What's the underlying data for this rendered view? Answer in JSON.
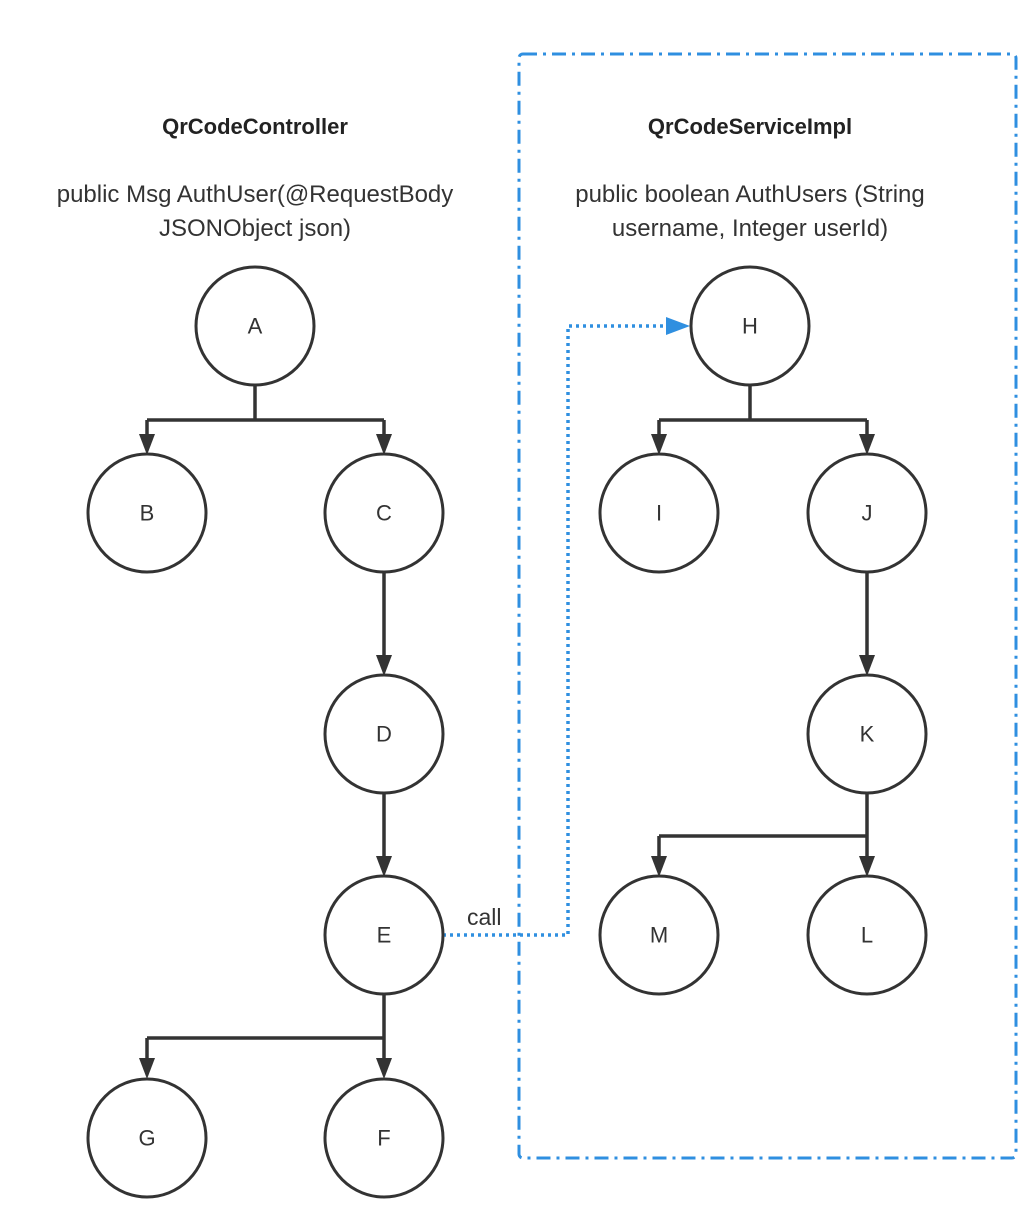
{
  "controller": {
    "title": "QrCodeController",
    "signature_line1": "public Msg AuthUser(@RequestBody",
    "signature_line2": "JSONObject json)"
  },
  "service": {
    "title": "QrCodeServiceImpl",
    "signature_line1": "public boolean AuthUsers (String",
    "signature_line2": "username, Integer userId)"
  },
  "nodes": {
    "A": "A",
    "B": "B",
    "C": "C",
    "D": "D",
    "E": "E",
    "F": "F",
    "G": "G",
    "H": "H",
    "I": "I",
    "J": "J",
    "K": "K",
    "L": "L",
    "M": "M"
  },
  "call_label": "call",
  "colors": {
    "node_stroke": "#333333",
    "call_accent": "#2f8fe0"
  }
}
